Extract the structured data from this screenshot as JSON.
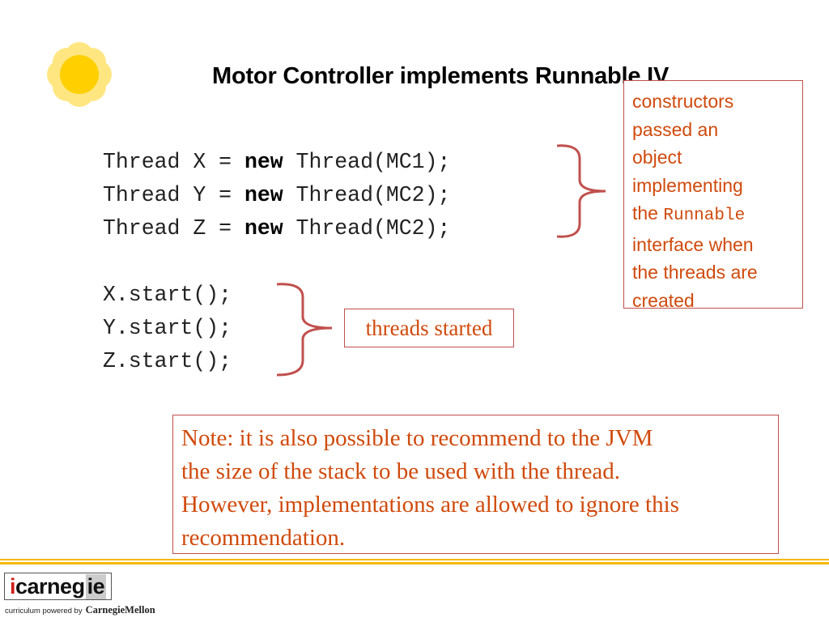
{
  "slide": {
    "title": "Motor Controller implements Runnable IV"
  },
  "code": {
    "lines": [
      {
        "pre": "Thread X = ",
        "kw": "new",
        "post": " Thread(MC1);"
      },
      {
        "pre": "Thread Y = ",
        "kw": "new",
        "post": " Thread(MC2);"
      },
      {
        "pre": "Thread Z = ",
        "kw": "new",
        "post": " Thread(MC2);"
      }
    ],
    "starts": [
      "X.start();",
      "Y.start();",
      "Z.start();"
    ]
  },
  "callout_constructors": {
    "line1": "constructors",
    "line2": "passed an",
    "line3": "object",
    "line4": "implementing",
    "line5_pre": "the ",
    "line5_mono": "Runnable",
    "line6": "interface when",
    "line7": "the threads are",
    "line8": "created"
  },
  "callout_started": {
    "text": "threads started"
  },
  "note": {
    "line1": "Note: it is also possible to recommend to the JVM",
    "line2": "the size of the stack to be used with the thread.",
    "line3": "However, implementations are allowed to ignore this",
    "line4": "recommendation."
  },
  "footer": {
    "logo_i": "i",
    "logo_mid": "carneg",
    "logo_end": "ie",
    "powered_by": "curriculum powered by",
    "cmu": "CarnegieMellon"
  },
  "colors": {
    "accent": "#d04a0c",
    "border": "#c0504d",
    "footer_line": "#f5b800",
    "sun": "#ffd21a"
  }
}
